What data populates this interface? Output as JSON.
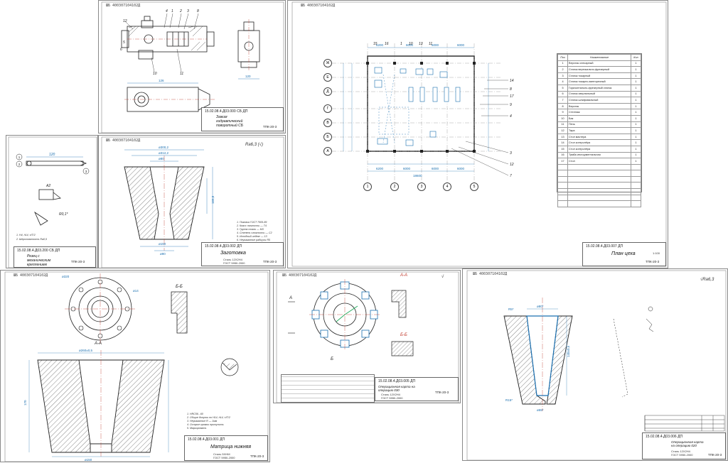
{
  "colors": {
    "line": "#222222",
    "hatch": "#333333",
    "dim": "#1a6fb0",
    "axis": "#c0392b",
    "frame": "#888888"
  },
  "sheets": {
    "assembly": {
      "stamp": "ШБ 400307104102Д",
      "code": "15.02.08.4.Д03.000 СБ ДП",
      "title": "Зажим гидравлический поворотный СБ",
      "group": "ТПК-20-3",
      "notes": [
        "1. ... 2. ..."
      ]
    },
    "tool": {
      "stamp": "",
      "code": "15.02.08.4.Д03.200 СБ ДП",
      "title": "Резец с механическим креплением",
      "group": "ТПК-20-3",
      "notes": [
        "1. Н4, h14, ±IT/2",
        "2. Шероховатость Ra0,5"
      ]
    },
    "blank": {
      "stamp": "ШБ 400307104102Д",
      "code": "15.02.08.4.Д03.002 ДП",
      "title": "Заготовка",
      "group": "ТПК-20-3",
      "material": "Сталь 12Х2Н4\nГОСТ 5950-2000",
      "roughness": "Ra6,3 (√)",
      "notes": [
        "1. Поковка ГОСТ 7505-89",
        "2. Класс точности — Т4",
        "3. Группа стали — М3",
        "4. Степень сложности — С2",
        "5. Исходный индекс — 13",
        "6. Неуказанные радиусы R5"
      ]
    },
    "plan": {
      "stamp": "ШБ 400307104102Д",
      "code": "15.02.08.4.Д03.007 ДП",
      "title": "План цеха",
      "group": "ТПК-20-3",
      "scale": "1:100",
      "spec_headers": [
        "Поз",
        "Наименование",
        "Кол"
      ],
      "spec_rows": [
        [
          "1",
          "Верстак слесарный",
          "1"
        ],
        [
          "2",
          "Станок вертикально-фрезерный",
          "1"
        ],
        [
          "3",
          "Станок токарный",
          "1"
        ],
        [
          "4",
          "Станок токарно-винторезный",
          "1"
        ],
        [
          "5",
          "Горизонтально-фрезерный станок",
          "1"
        ],
        [
          "6",
          "Станок сверлильный",
          "1"
        ],
        [
          "7",
          "Станок шлифовальный",
          "1"
        ],
        [
          "8",
          "Верстак",
          "1"
        ],
        [
          "9",
          "Стеллаж",
          "1"
        ],
        [
          "10",
          "Бак",
          "1"
        ],
        [
          "11",
          "Печь",
          "1"
        ],
        [
          "12",
          "Тара",
          "1"
        ],
        [
          "13",
          "Стол мастера",
          "1"
        ],
        [
          "14",
          "Стол контролёра",
          "1"
        ],
        [
          "15",
          "Стол контролёра",
          "1"
        ],
        [
          "16",
          "Тумба инструментальная",
          "1"
        ],
        [
          "17",
          "Стол",
          "1"
        ],
        [
          "",
          "",
          ""
        ],
        [
          "",
          "",
          ""
        ],
        [
          "",
          "",
          ""
        ],
        [
          "",
          "",
          ""
        ],
        [
          "",
          "",
          ""
        ],
        [
          "",
          "",
          ""
        ],
        [
          "",
          "",
          ""
        ]
      ],
      "axes_rows": [
        "Ж",
        "Е",
        "Д",
        "Г",
        "В",
        "Б",
        "А"
      ],
      "axes_cols": [
        "1",
        "2",
        "3",
        "4",
        "5"
      ]
    },
    "matrix": {
      "stamp": "ШБ 400307104102Д",
      "code": "15.02.08.4.Д03.001 ДП",
      "title": "Матрица нижняя",
      "group": "ТПК-20-3",
      "material": "Сталь 5ХНМ\nГОСТ 5950-2000",
      "section_aa": "А-А",
      "section_bb": "Б-Б",
      "notes": [
        "1. HRC56...60",
        "2. Общие допуски по Н14, h14, ±IT/2",
        "3. Неуказанные R — 1мм",
        "4. Острые кромки притупить",
        "5. Маркировать"
      ]
    },
    "setup": {
      "stamp": "ШБ 400307104102Д",
      "code": "15.02.08.4.Д03.005 ДП",
      "title": "Операционная карта на операцию 030",
      "group": "ТПК-20-3",
      "material": "Сталь 12Х2Н4\nГОСТ 5950-2000",
      "section_aa": "А-А",
      "section_bb": "Б-Б",
      "marker_a": "А",
      "marker_b": "Б",
      "roughness": "√"
    },
    "turning": {
      "stamp": "ШБ 400307104102Д",
      "code": "15.02.08.4.Д03.006 ДП",
      "title": "Операционная карта на операцию 020",
      "group": "ТПК-20-3",
      "material": "Сталь 12Х2Н4\nГОСТ 5950-2000",
      "roughness": "√Ra6,3"
    }
  }
}
